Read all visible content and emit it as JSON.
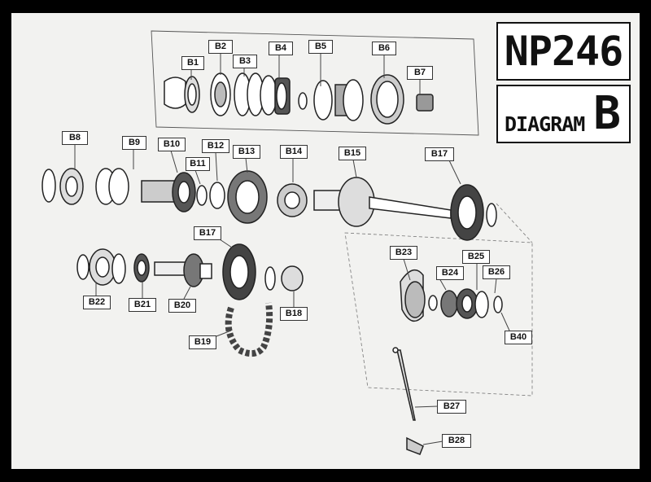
{
  "title": {
    "model": "NP246",
    "diagram_word": "DIAGRAM",
    "diagram_letter": "B"
  },
  "labels": [
    "B1",
    "B2",
    "B3",
    "B4",
    "B5",
    "B6",
    "B7",
    "B8",
    "B9",
    "B10",
    "B11",
    "B12",
    "B13",
    "B14",
    "B15",
    "B17",
    "B17",
    "B22",
    "B21",
    "B20",
    "B18",
    "B19",
    "B23",
    "B24",
    "B25",
    "B26",
    "B40",
    "B27",
    "B28"
  ]
}
